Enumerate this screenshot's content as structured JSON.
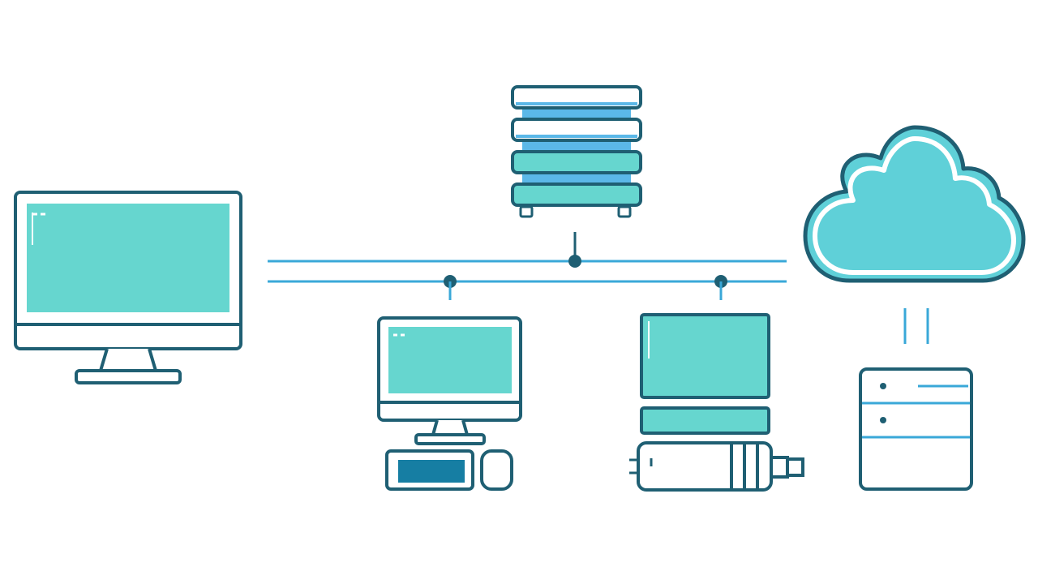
{
  "diagram": {
    "type": "network-topology",
    "nodes": [
      {
        "id": "server-rack",
        "icon": "server-rack-icon"
      },
      {
        "id": "desktop-monitor",
        "icon": "monitor-icon"
      },
      {
        "id": "desktop-computer",
        "icon": "desktop-computer-icon"
      },
      {
        "id": "tablet-device",
        "icon": "tablet-device-icon"
      },
      {
        "id": "cloud",
        "icon": "cloud-icon"
      },
      {
        "id": "file-server",
        "icon": "file-server-icon"
      }
    ],
    "links": [
      {
        "from": "server-rack",
        "to": "network-bus"
      },
      {
        "from": "desktop-computer",
        "to": "network-bus"
      },
      {
        "from": "tablet-device",
        "to": "network-bus"
      },
      {
        "from": "cloud",
        "to": "file-server"
      }
    ]
  },
  "colors": {
    "outline": "#1f5f73",
    "line": "#3aa8d8",
    "fill_teal": "#66d6cf",
    "fill_blue": "#5bb8e8",
    "fill_cloud": "#5fd0d8",
    "fill_dark": "#167ea3",
    "background": "#ffffff"
  }
}
